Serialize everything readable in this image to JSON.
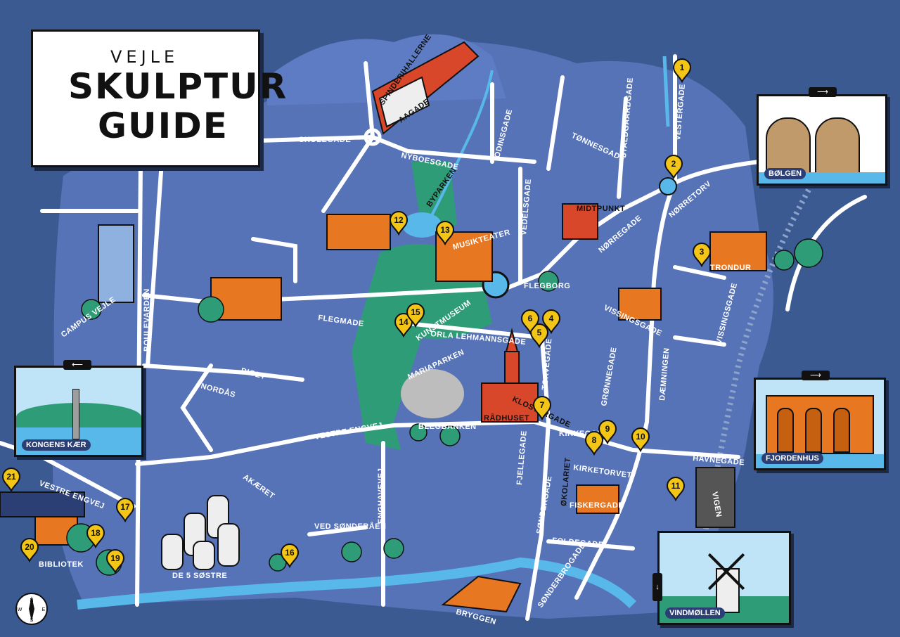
{
  "title": {
    "small": "VEJLE",
    "line1": "SKULPTUR",
    "line2": "GUIDE"
  },
  "colors": {
    "background": "#3c5a92",
    "road": "#ffffff",
    "water": "#6fb7e8",
    "park": "#3aa27a",
    "pin": "#f3c516",
    "accent": "#e87722"
  },
  "streets": [
    "SKOLEGADE",
    "NYBOESGADE",
    "SPINDERIHALLERNE",
    "AAGADE",
    "BYPARKEN",
    "ODINSGADE",
    "TØNNESGADE",
    "STALDGAARDGADE",
    "VESTERGADE",
    "NØRRETORV",
    "VEDELSGADE",
    "MUSIKTEATER",
    "NØRREGADE",
    "MIDTPUNKT",
    "TRONDUR",
    "FLEGBORG",
    "VISSINGSGADE",
    "KUNSTMUSEUM",
    "ORLA LEHMANNSGADE",
    "FLEGMADE",
    "CAMPUS VEJLE",
    "BOULEVARDEN",
    "MARIAPARKEN",
    "TORVEGADE",
    "GRØNNEGADE",
    "DÆMNINGEN",
    "DIGET",
    "NORDÅS",
    "KLOSTERGADE",
    "RÅDHUSET",
    "BLEGBANKEN",
    "VESTRE ENGVEJ",
    "KIRKEGADE",
    "KIRKETORVET",
    "HAVNEGADE",
    "FJELLEGADE",
    "SØNDERGADE",
    "ENGHAVEVEJ",
    "AKÆRET",
    "ØKOLARIET",
    "FISKERGADE",
    "VED SØNDERÅEN",
    "FOLDEGADE",
    "SØNDERBROGADE",
    "DE 5 SØSTRE",
    "BRYGGEN",
    "BIBLIOTEK",
    "KONGENS KÆR",
    "VINDMØLLEN",
    "FJORDENHUS",
    "BØLGEN",
    "VIGEN"
  ],
  "pins": [
    "1",
    "2",
    "3",
    "4",
    "5",
    "6",
    "7",
    "8",
    "9",
    "10",
    "11",
    "12",
    "13",
    "14",
    "15",
    "16",
    "17",
    "18",
    "19",
    "20",
    "21"
  ],
  "insets": {
    "bolgen": "BØLGEN",
    "kongens_kaer": "KONGENS KÆR",
    "fjordenhus": "FJORDENHUS",
    "vindmollen": "VINDMØLLEN"
  },
  "compass": {
    "n": "N",
    "s": "S",
    "e": "E",
    "w": "W"
  }
}
